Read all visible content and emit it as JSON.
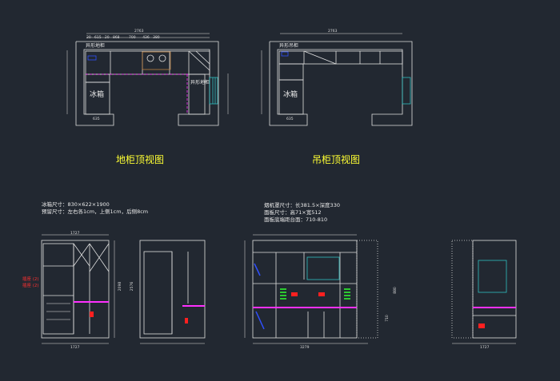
{
  "titles": {
    "base_top": "地柜顶视图",
    "wall_top": "吊柜顶视图"
  },
  "notes": {
    "fridge_size": "冰箱尺寸：830×622×1900",
    "reserve_size": "预留尺寸：左右各1cm，上侧1cm，后侧8cm",
    "hood_size": "烟机罩尺寸：长381.5×深度330",
    "panel_size": "面板尺寸：高71×宽512",
    "panel_height": "面板底端距台面：710-810"
  },
  "labels": {
    "fridge": "冰箱",
    "fridge2": "冰箱",
    "base_corner": "异形地柜",
    "base_corner2": "异形地柜",
    "wall_corner": "异形吊柜",
    "outlets": "插座 (2)",
    "outlets2": "插座 (2)"
  },
  "dims": {
    "overall_width": "2763",
    "overall_width2": "2763",
    "left_width": "1727",
    "left_width2": "1727",
    "right_width": "3279",
    "depth": "635",
    "depth2": "635",
    "seg": [
      "20",
      "615",
      "20",
      "868",
      "700",
      "436",
      "380"
    ],
    "v": [
      "2098",
      "2576",
      "710",
      "880",
      "1727"
    ]
  },
  "colors": {
    "bg": "#222831",
    "line": "#e0e0e0",
    "title": "#ffff33",
    "magenta": "#ff30ff",
    "cyan": "#30c0c0",
    "red": "#ff2020",
    "blue": "#3050ff",
    "green": "#30ff30"
  }
}
